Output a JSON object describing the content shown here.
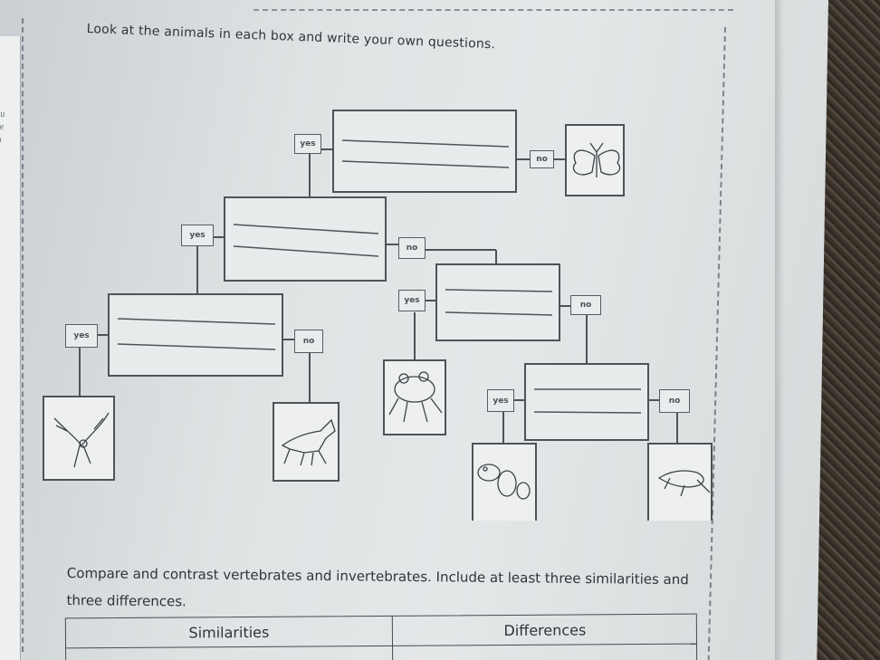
{
  "worksheet": {
    "instruction": "Look at the animals in each box and write your own questions.",
    "labels": {
      "yes": "yes",
      "no": "no"
    },
    "compare_text": "Compare and contrast vertebrates and invertebrates. Include at least three similarities and three differences.",
    "table": {
      "col1": "Similarities",
      "col2": "Differences"
    },
    "margin_text": "rou me an",
    "animals": [
      "butterfly",
      "frog",
      "eagle",
      "horse",
      "fish",
      "lizard"
    ]
  }
}
